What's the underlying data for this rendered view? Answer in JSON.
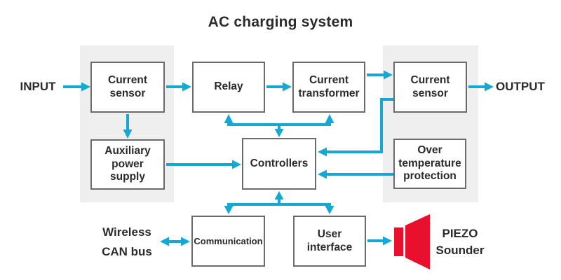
{
  "title": "AC charging system",
  "colors": {
    "arrow": "#14a8d2",
    "speaker_red": "#e8102d",
    "box_border": "#6b6b6b",
    "panel_bg": "#efefef",
    "text": "#2b2b2b"
  },
  "labels": {
    "input": "INPUT",
    "output": "OUTPUT",
    "wireless_line1": "Wireless",
    "wireless_line2": "CAN bus",
    "piezo_line1": "PIEZO",
    "piezo_line2": "Sounder"
  },
  "blocks": {
    "current_sensor_in": {
      "label": "Current sensor"
    },
    "relay": {
      "label": "Relay"
    },
    "current_transformer": {
      "label": "Current transformer"
    },
    "current_sensor_out": {
      "label": "Current sensor"
    },
    "aux_power": {
      "label": "Auxiliary power supply"
    },
    "controllers": {
      "label": "Controllers"
    },
    "over_temperature": {
      "label": "Over temperature protection"
    },
    "communication": {
      "label": "Communication"
    },
    "user_interface": {
      "label": "User interface"
    }
  },
  "icons": {
    "piezo_sounder": "speaker-icon"
  },
  "edges": [
    {
      "from": "INPUT",
      "to": "Current sensor (input)",
      "type": "arrow"
    },
    {
      "from": "Current sensor (input)",
      "to": "Relay",
      "type": "arrow"
    },
    {
      "from": "Relay",
      "to": "Current transformer",
      "type": "arrow"
    },
    {
      "from": "Current transformer",
      "to": "Current sensor (output)",
      "type": "arrow"
    },
    {
      "from": "Current sensor (output)",
      "to": "OUTPUT",
      "type": "arrow"
    },
    {
      "from": "Current sensor (input)",
      "to": "Auxiliary power supply",
      "type": "arrow"
    },
    {
      "from": "Auxiliary power supply",
      "to": "Controllers",
      "type": "arrow"
    },
    {
      "from": "Controllers",
      "to": "Relay and Current transformer",
      "type": "bidirectional-bus"
    },
    {
      "from": "Current sensor (output)",
      "to": "Controllers",
      "type": "arrow"
    },
    {
      "from": "Over temperature protection",
      "to": "Controllers",
      "type": "arrow"
    },
    {
      "from": "Controllers",
      "to": "Communication and User interface",
      "type": "bidirectional-bus"
    },
    {
      "from": "Wireless CAN bus",
      "to": "Communication",
      "type": "bidirectional"
    },
    {
      "from": "User interface",
      "to": "PIEZO Sounder",
      "type": "arrow"
    }
  ]
}
